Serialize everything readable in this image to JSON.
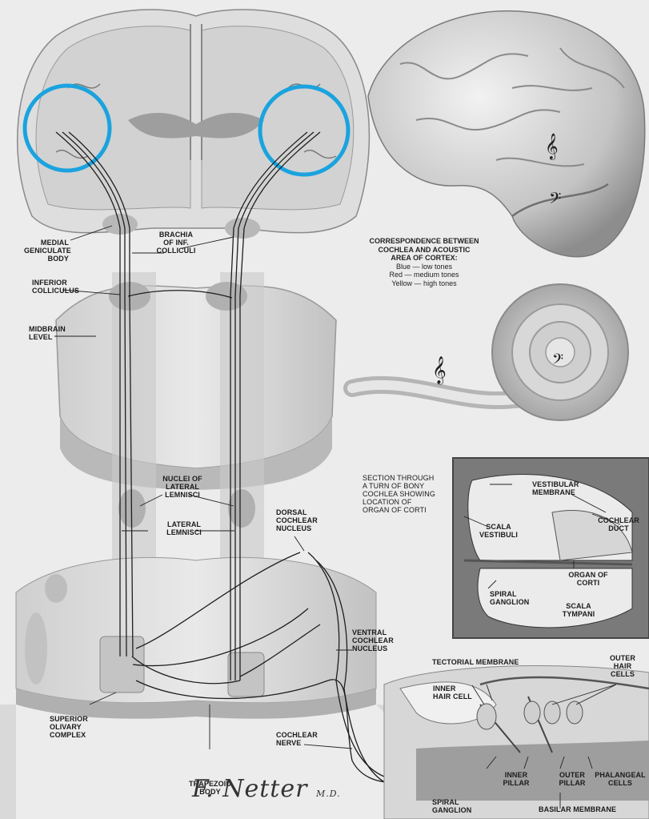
{
  "labels": {
    "medial_geniculate_body": "MEDIAL\nGENICULATE\nBODY",
    "brachia_inf_colliculi": "BRACHIA\nOF INF.\nCOLLICULI",
    "inferior_colliculus": "INFERIOR\nCOLLICULUS",
    "midbrain_level": "MIDBRAIN\nLEVEL",
    "nuclei_lateral_lemnisci": "NUCLEI OF\nLATERAL\nLEMNISCI",
    "lateral_lemnisci": "LATERAL\nLEMNISCI",
    "dorsal_cochlear_nucleus": "DORSAL\nCOCHLEAR\nNUCLEUS",
    "ventral_cochlear_nucleus": "VENTRAL\nCOCHLEAR\nNUCLEUS",
    "superior_olivary_complex": "SUPERIOR\nOLIVARY\nCOMPLEX",
    "cochlear_nerve": "COCHLEAR\nNERVE",
    "trapezoid_body": "TRAPEZOID\nBODY",
    "spiral_ganglion_bottom": "SPIRAL\nGANGLION",
    "section_through": "SECTION THROUGH\nA TURN OF BONY\nCOCHLEA SHOWING\nLOCATION OF\nORGAN OF CORTI",
    "vestibular_membrane": "VESTIBULAR\nMEMBRANE",
    "scala_vestibuli": "SCALA\nVESTIBULI",
    "cochlear_duct": "COCHLEAR\nDUCT",
    "organ_of_corti": "ORGAN OF\nCORTI",
    "spiral_ganglion_section": "SPIRAL\nGANGLION",
    "scala_tympani": "SCALA\nTYMPANI",
    "tectorial_membrane": "TECTORIAL MEMBRANE",
    "outer_hair_cells": "OUTER\nHAIR\nCELLS",
    "inner_hair_cell": "INNER\nHAIR CELL",
    "inner_pillar": "INNER\nPILLAR",
    "outer_pillar": "OUTER\nPILLAR",
    "phalangeal_cells": "PHALANGEAL\nCELLS",
    "basilar_membrane": "BASILAR MEMBRANE"
  },
  "legend": {
    "title": "CORRESPONDENCE BETWEEN\nCOCHLEA AND ACOUSTIC\nAREA OF CORTEX:",
    "rows": [
      "Blue — low tones",
      "Red — medium tones",
      "Yellow — high tones"
    ]
  },
  "signature": {
    "name": "F. Netter",
    "suffix": "M.D."
  },
  "colors": {
    "highlight_ring": "#1aa3df",
    "background": "#ececec",
    "tissue_shading": "#bdbdbd",
    "fiber_lines": "#1e1e1e"
  },
  "icons": [
    "treble-clef-icon",
    "bass-clef-icon"
  ]
}
